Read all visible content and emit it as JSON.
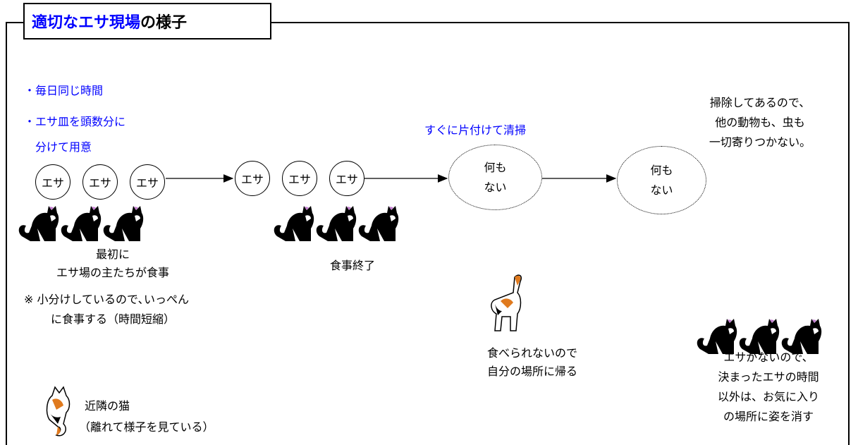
{
  "title": {
    "part1": "適切なエサ現場",
    "part2": "の様子"
  },
  "bullets": {
    "line1": "・毎日同じ時間",
    "line2": "・エサ皿を頭数分に",
    "line3": "分けて用意"
  },
  "plate_label": "エサ",
  "cleanup_label": "すぐに片付けて清掃",
  "empty_circle": {
    "line1": "何も",
    "line2": "ない"
  },
  "note_right": {
    "line1": "掃除してあるので、",
    "line2": "他の動物も、虫も",
    "line3": "一切寄りつかない。"
  },
  "stage1": {
    "line1": "最初に",
    "line2": "エサ場の主たちが食事"
  },
  "note_small": {
    "line1": "※ 小分けしているので､いっぺん",
    "line2": "に食事する（時間短縮）"
  },
  "stage2": {
    "line1": "食事終了"
  },
  "calico_middle": {
    "line1": "食べられないので",
    "line2": "自分の場所に帰る"
  },
  "cats_right": {
    "line1": "エサがないので、",
    "line2": "決まったエサの時間",
    "line3": "以外は、お気に入り",
    "line4": "の場所に姿を消す"
  },
  "neighbor": {
    "line1": "近隣の猫",
    "line2": "（離れて様子を見ている）"
  },
  "colors": {
    "accent": "#0000ff",
    "line": "#000000",
    "calico_orange": "#e07a1e"
  }
}
